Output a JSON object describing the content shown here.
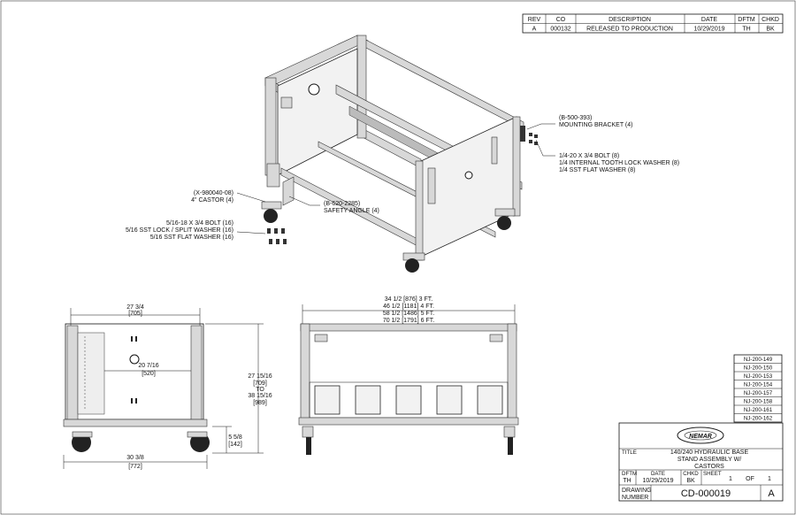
{
  "revision_block": {
    "headers": [
      "REV",
      "CO",
      "DESCRIPTION",
      "DATE",
      "DFTM",
      "CHKD"
    ],
    "row": [
      "A",
      "000132",
      "RELEASED TO PRODUCTION",
      "10/29/2019",
      "TH",
      "BK"
    ]
  },
  "callouts": {
    "mounting_bracket": [
      "(B-500-393)",
      "MOUNTING BRACKET (4)"
    ],
    "bolt_group": [
      "1/4-20 X 3/4 BOLT (8)",
      "1/4 INTERNAL TOOTH LOCK WASHER (8)",
      "1/4 SST FLAT WASHER (8)"
    ],
    "castor": [
      "(X-980040-08)",
      "4\" CASTOR (4)"
    ],
    "safety_angle": [
      "(B-620-2285)",
      "SAFETY ANGLE (4)"
    ],
    "castor_bolts": [
      "5/16-18 X 3/4 BOLT (16)",
      "5/16 SST LOCK / SPLIT WASHER (16)",
      "5/16 SST FLAT WASHER (16)"
    ]
  },
  "side_view": {
    "top_width": [
      "27 3/4",
      "[705]"
    ],
    "inner_width": [
      "20 7/16",
      "[520]"
    ],
    "bottom_width": [
      "30 3/8",
      "[772]"
    ],
    "height": [
      "27 15/16",
      "[709]",
      "TO",
      "38 15/16",
      "[989]"
    ],
    "castor_height": [
      "5 5/8",
      "[142]"
    ]
  },
  "front_view": {
    "widths": [
      "34 1/2 [876] 3 FT.",
      "46 1/2 [1181] 4 FT.",
      "58 1/2 [1486] 5 FT.",
      "70 1/2 [1791] 6 FT."
    ]
  },
  "part_numbers": [
    "NJ-200-149",
    "NJ-200-150",
    "NJ-200-153",
    "NJ-200-154",
    "NJ-200-157",
    "NJ-200-158",
    "NJ-200-161",
    "NJ-200-162"
  ],
  "title_block": {
    "logo_text": "NEMAR",
    "title_label": "TITLE",
    "title_lines": [
      "140/240 HYDRAULIC BASE",
      "STAND ASSEMBLY W/",
      "CASTORS"
    ],
    "dftm_label": "DFTM",
    "dftm_value": "TH",
    "date_label": "DATE",
    "date_value": "10/29/2019",
    "chkd_label": "CHKD",
    "chkd_value": "BK",
    "sheet_label": "SHEET",
    "sheet_num": "1",
    "sheet_of": "OF",
    "sheet_total": "1",
    "drawing_label": [
      "DRAWING",
      "NUMBER"
    ],
    "drawing_number": "CD-000019",
    "revision": "A"
  }
}
